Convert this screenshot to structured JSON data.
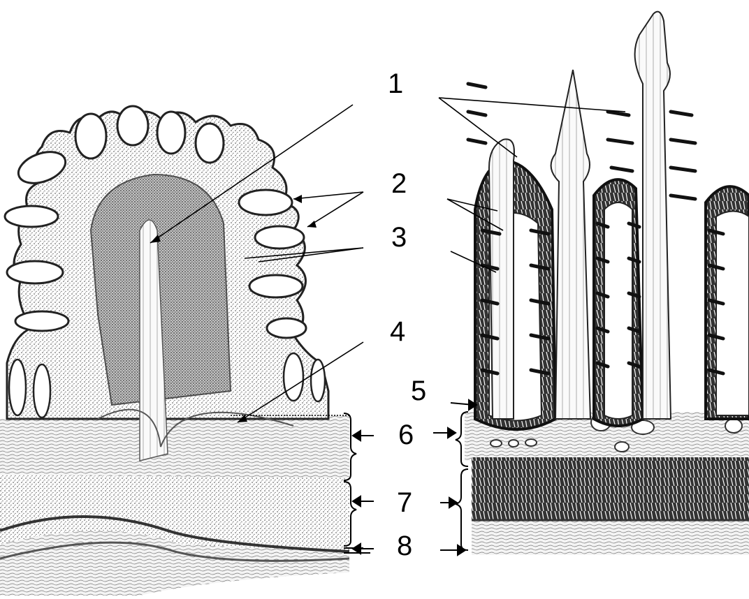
{
  "labels": {
    "l1": "1",
    "l2": "2",
    "l3": "3",
    "l4": "4",
    "l5": "5",
    "l6": "6",
    "l7": "7",
    "l8": "8"
  },
  "colors": {
    "ink": "#000000",
    "stipple": "#6b6b6b",
    "background": "#ffffff"
  }
}
